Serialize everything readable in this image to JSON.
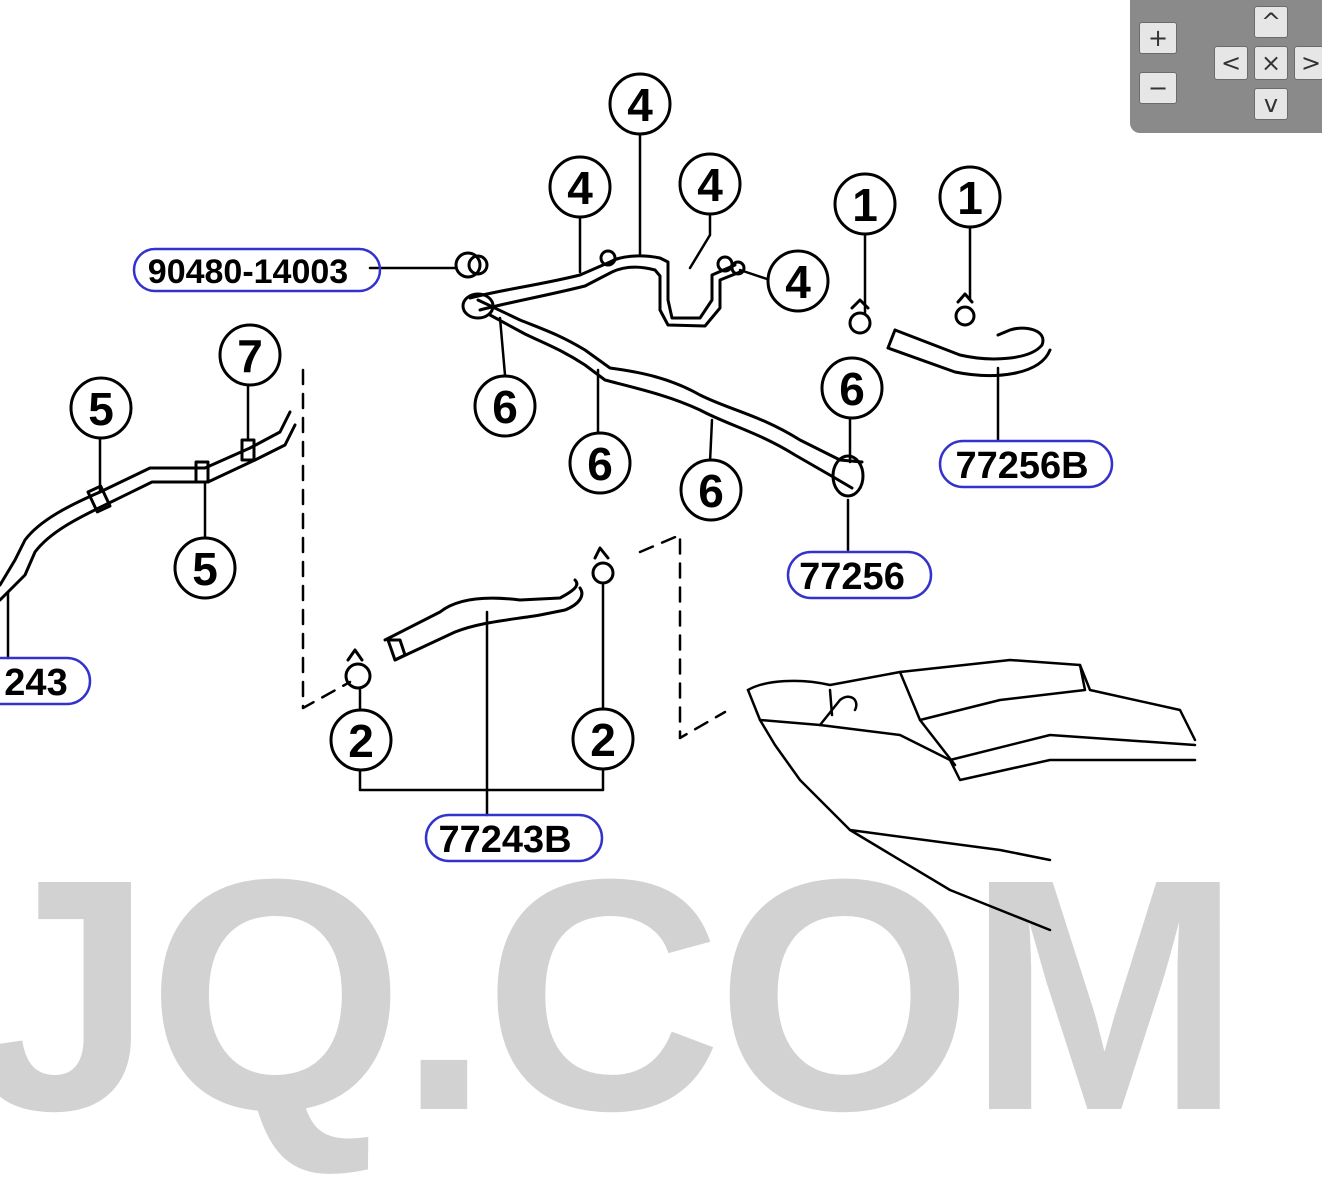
{
  "watermark": "JQ.COM",
  "callouts": [
    {
      "id": "c4a",
      "num": "4"
    },
    {
      "id": "c4b",
      "num": "4"
    },
    {
      "id": "c4c",
      "num": "4"
    },
    {
      "id": "c4d",
      "num": "4"
    },
    {
      "id": "c1a",
      "num": "1"
    },
    {
      "id": "c1b",
      "num": "1"
    },
    {
      "id": "c7",
      "num": "7"
    },
    {
      "id": "c5a",
      "num": "5"
    },
    {
      "id": "c5b",
      "num": "5"
    },
    {
      "id": "c6a",
      "num": "6"
    },
    {
      "id": "c6b",
      "num": "6"
    },
    {
      "id": "c6c",
      "num": "6"
    },
    {
      "id": "c6d",
      "num": "6"
    },
    {
      "id": "c2a",
      "num": "2"
    },
    {
      "id": "c2b",
      "num": "2"
    }
  ],
  "part_labels": {
    "p90480": "90480-14003",
    "p77256b": "77256B",
    "p77256": "77256",
    "p77243": "243",
    "p77243b": "77243B"
  },
  "link_color": "#3333cc",
  "controls": {
    "zoom_in": "+",
    "zoom_out": "−",
    "pan_up": "^",
    "pan_down": "v",
    "pan_left": "<",
    "pan_right": ">",
    "reset": "×"
  }
}
